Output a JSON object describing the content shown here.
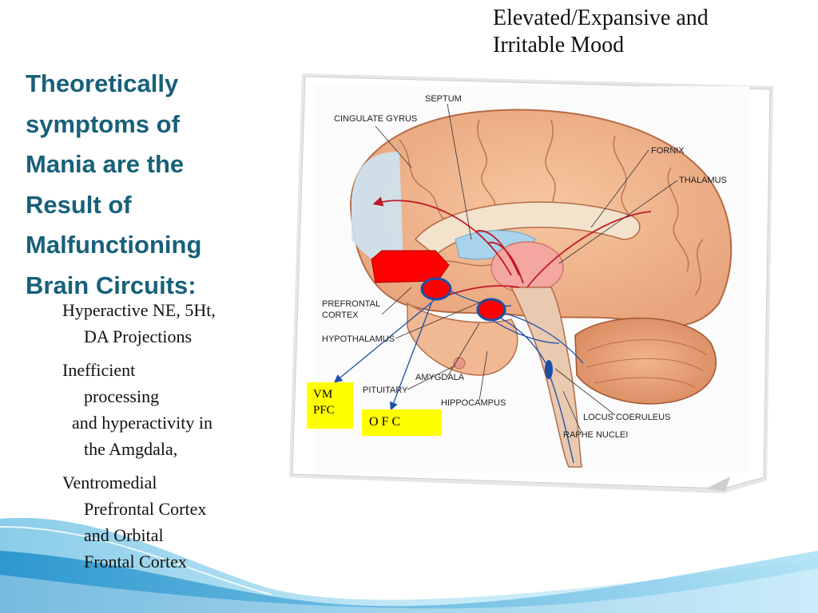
{
  "title": "Theoretically symptoms of Mania are the Result of Malfunctioning Brain Circuits:",
  "title_lines": [
    "Theoretically",
    "symptoms of",
    "Mania are the",
    "Result of",
    "Malfunctioning",
    "Brain Circuits:"
  ],
  "top_caption": {
    "line1": "Elevated/Expansive and",
    "line2": "Irritable Mood"
  },
  "bullets": [
    {
      "lines": [
        "Hyperactive NE, 5Ht,",
        "DA  Projections"
      ]
    },
    {
      "lines": [
        "Inefficient",
        "processing"
      ]
    },
    {
      "lines": [
        "and hyperactivity in",
        "the  Amgdala,"
      ],
      "indent": true
    },
    {
      "lines": [
        "Ventromedial",
        "Prefrontal Cortex",
        "and Orbital",
        "Frontal Cortex"
      ]
    }
  ],
  "brain_labels": {
    "septum": "SEPTUM",
    "cingulate": "CINGULATE GYRUS",
    "fornix": "FORNIX",
    "thalamus": "THALAMUS",
    "prefrontal_1": "PREFRONTAL",
    "prefrontal_2": "CORTEX",
    "hypothalamus": "HYPOTHALAMUS",
    "amygdala": "AMYGDALA",
    "pituitary": "PITUITARY",
    "hippocampus": "HIPPOCAMPUS",
    "locus": "LOCUS COERULEUS",
    "raphe": "RAPHE NUCLEI"
  },
  "boxes": {
    "vm_line1": "VM",
    "vm_line2": "PFC",
    "ofc": "O F C"
  },
  "colors": {
    "title": "#17607a",
    "highlight": "#ffff00",
    "marker_red": "#ff0000",
    "arrow_blue": "#1c4fa5",
    "wave": "#3aa8d8"
  }
}
